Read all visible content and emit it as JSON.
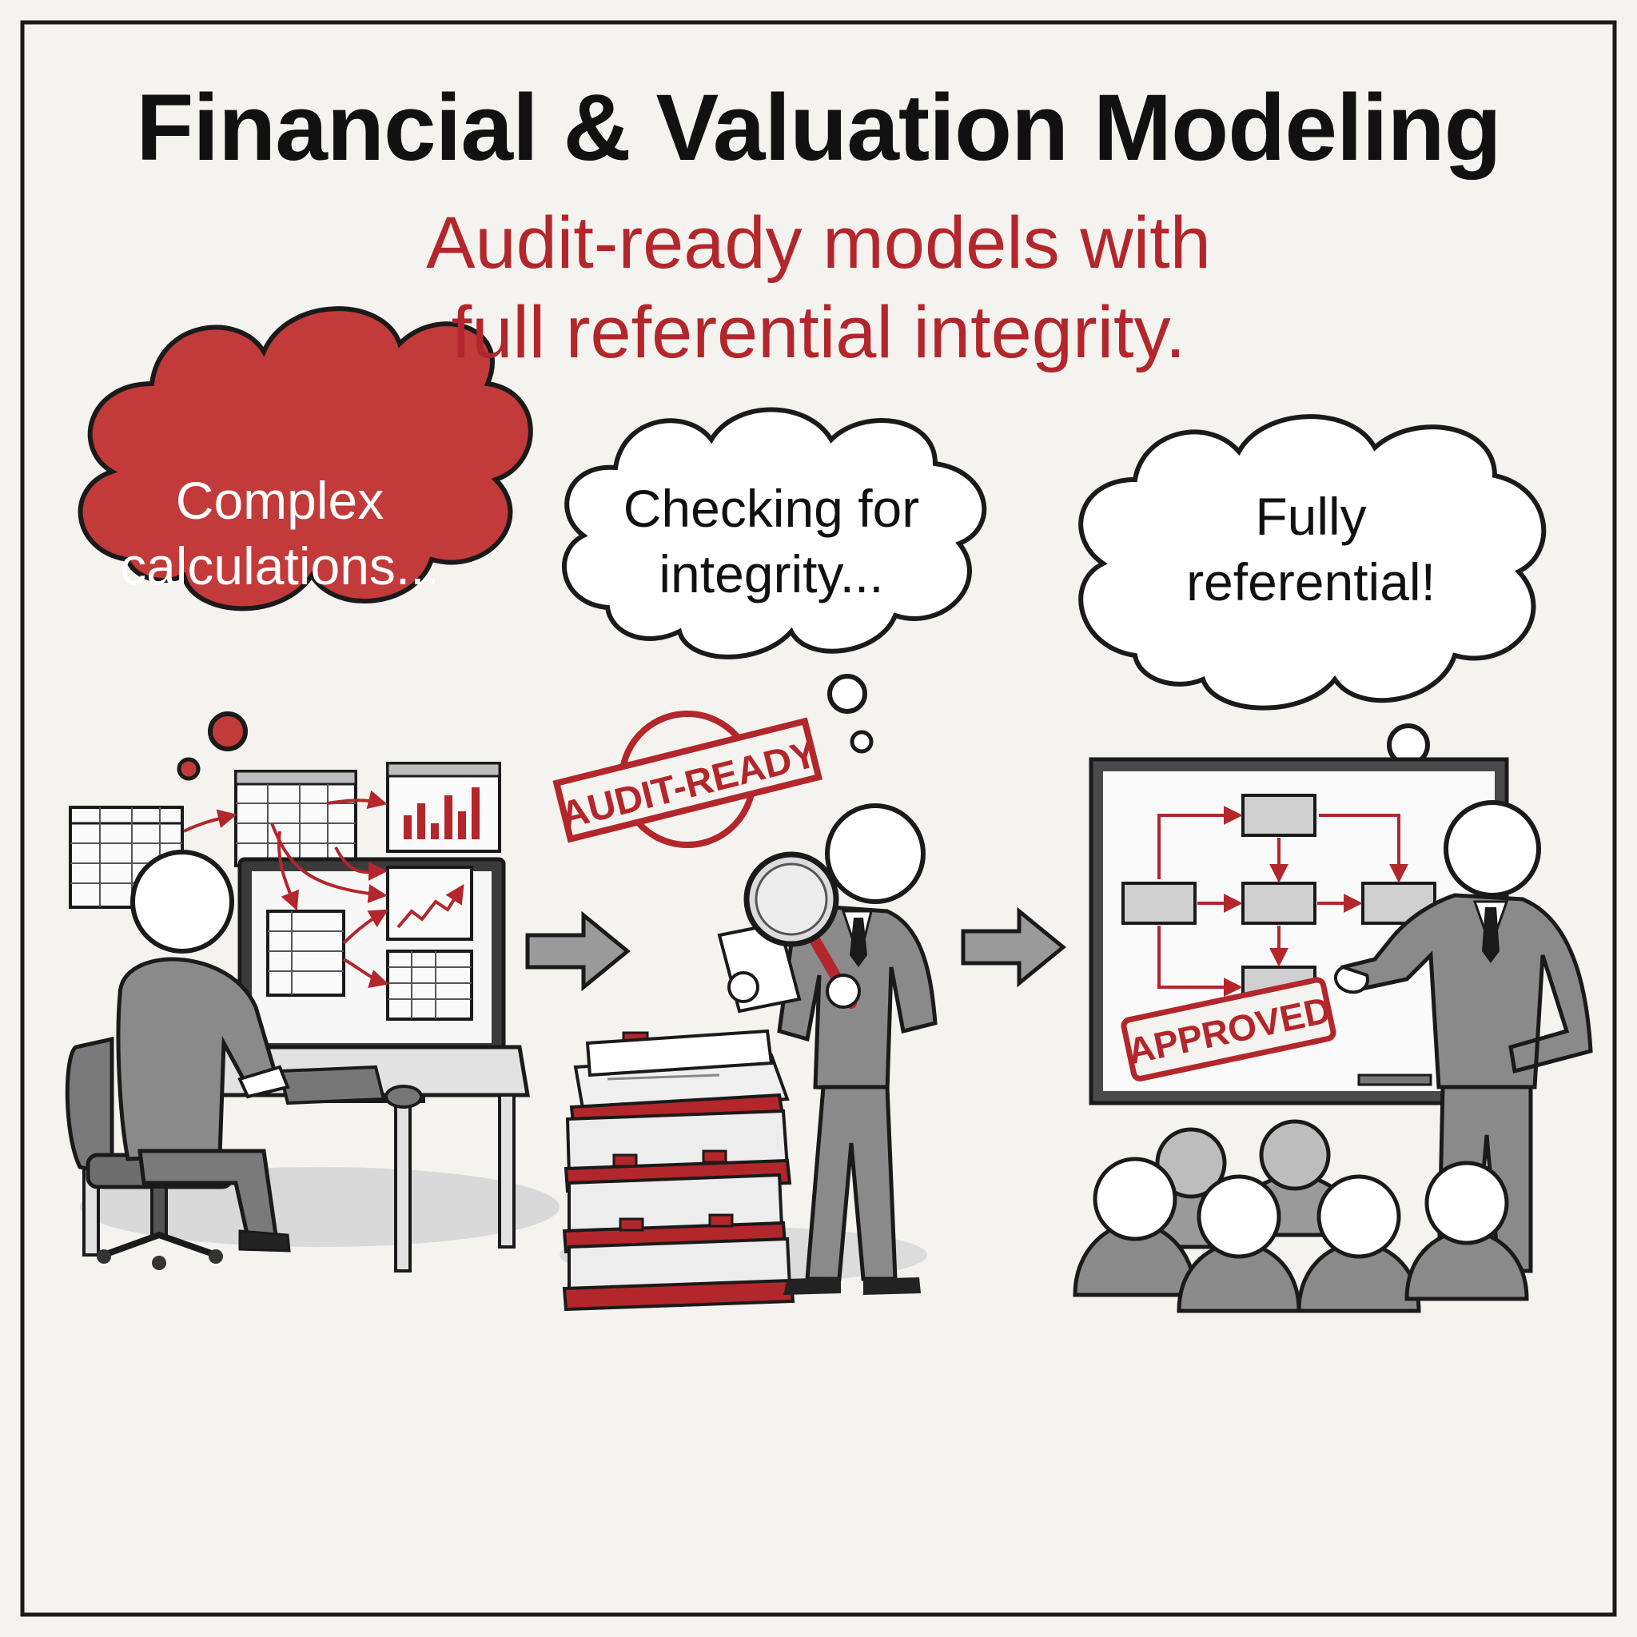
{
  "header": {
    "title": "Financial & Valuation Modeling",
    "subtitle_line1": "Audit-ready models with",
    "subtitle_line2": "full referential integrity."
  },
  "panels": [
    {
      "id": "modeler",
      "bubble_line1": "Complex",
      "bubble_line2": "calculations...",
      "bubble_color": "#c23a3a"
    },
    {
      "id": "auditor",
      "bubble_line1": "Checking for",
      "bubble_line2": "integrity...",
      "stamp_text": "AUDIT-READY"
    },
    {
      "id": "presenter",
      "bubble_line1": "Fully",
      "bubble_line2": "referential!",
      "stamp_text": "APPROVED"
    }
  ],
  "colors": {
    "accent_red": "#b3262b",
    "suit_gray": "#8a8a8a",
    "ink": "#1a1a1a",
    "paper": "#f4f3ef"
  },
  "icons": [
    "thought-bubble",
    "spreadsheet-icon",
    "bar-chart-icon",
    "line-chart-icon",
    "arrow-right-icon",
    "magnifying-glass-icon",
    "book-stack-icon",
    "flowchart-board",
    "audience"
  ]
}
